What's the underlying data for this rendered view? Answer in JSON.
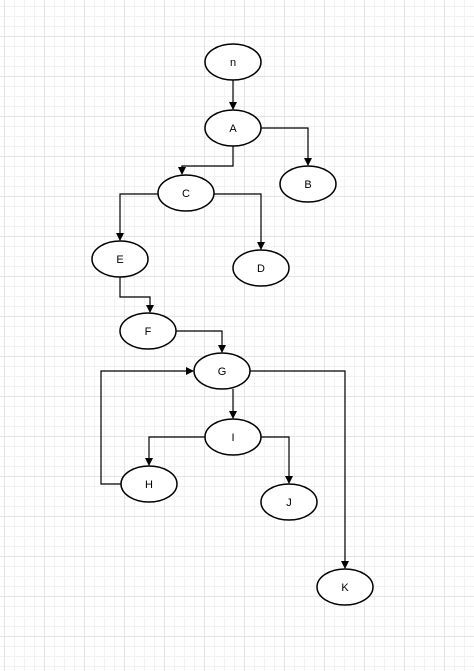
{
  "diagram": {
    "nodes": [
      {
        "id": "n",
        "label": "n"
      },
      {
        "id": "A",
        "label": "A"
      },
      {
        "id": "B",
        "label": "B"
      },
      {
        "id": "C",
        "label": "C"
      },
      {
        "id": "D",
        "label": "D"
      },
      {
        "id": "E",
        "label": "E"
      },
      {
        "id": "F",
        "label": "F"
      },
      {
        "id": "G",
        "label": "G"
      },
      {
        "id": "I",
        "label": "I"
      },
      {
        "id": "H",
        "label": "H"
      },
      {
        "id": "J",
        "label": "J"
      },
      {
        "id": "K",
        "label": "K"
      }
    ],
    "edges": [
      {
        "from": "n",
        "to": "A"
      },
      {
        "from": "A",
        "to": "C"
      },
      {
        "from": "A",
        "to": "B"
      },
      {
        "from": "C",
        "to": "E"
      },
      {
        "from": "C",
        "to": "D"
      },
      {
        "from": "E",
        "to": "F"
      },
      {
        "from": "F",
        "to": "G"
      },
      {
        "from": "G",
        "to": "I"
      },
      {
        "from": "G",
        "to": "K"
      },
      {
        "from": "I",
        "to": "H"
      },
      {
        "from": "I",
        "to": "J"
      },
      {
        "from": "H",
        "to": "G"
      }
    ]
  }
}
